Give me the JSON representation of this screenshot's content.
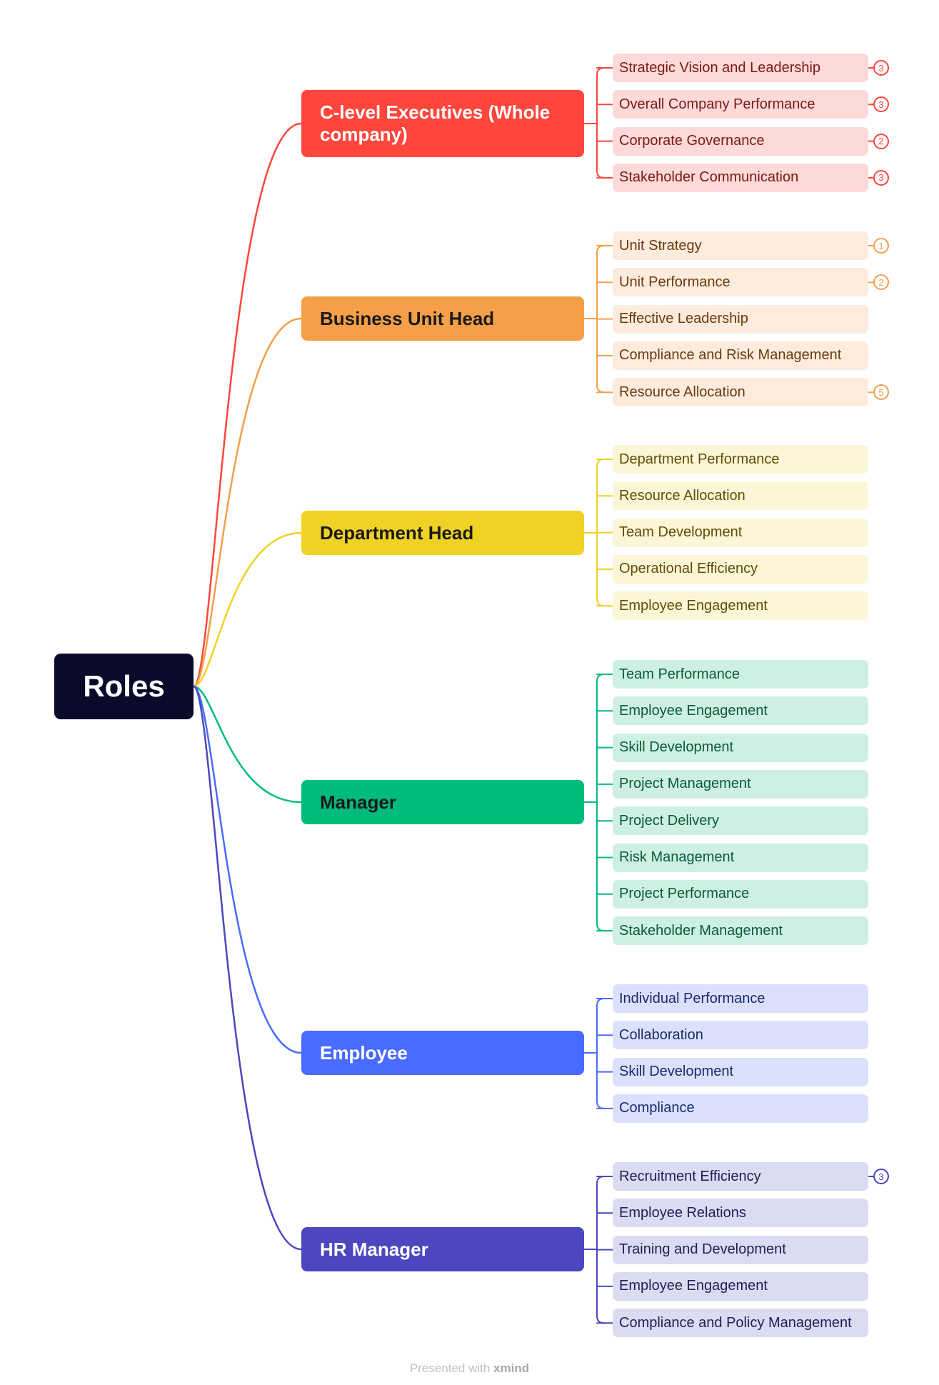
{
  "root": {
    "label": "Roles"
  },
  "footer": {
    "prefix": "Presented with",
    "brand": "xmind"
  },
  "branches": [
    {
      "label": "C-level Executives (Whole company)",
      "color": "#ff463c",
      "text_color": "#ffffff",
      "leaf_bg": "#fdd9d8",
      "leaf_text": "#7a1a14",
      "children": [
        {
          "label": "Strategic Vision and Leadership",
          "badge": "3"
        },
        {
          "label": "Overall Company Performance",
          "badge": "3"
        },
        {
          "label": "Corporate Governance",
          "badge": "2"
        },
        {
          "label": "Stakeholder Communication",
          "badge": "3"
        }
      ]
    },
    {
      "label": "Business Unit Head",
      "color": "#f59f48",
      "text_color": "#1a1a1a",
      "leaf_bg": "#fdebdd",
      "leaf_text": "#6a3b0e",
      "children": [
        {
          "label": "Unit Strategy",
          "badge": "1"
        },
        {
          "label": "Unit Performance",
          "badge": "2"
        },
        {
          "label": "Effective Leadership",
          "badge": ""
        },
        {
          "label": "Compliance and Risk Management",
          "badge": ""
        },
        {
          "label": "Resource Allocation",
          "badge": "5"
        }
      ]
    },
    {
      "label": "Department Head",
      "color": "#efd223",
      "text_color": "#1a1a1a",
      "leaf_bg": "#fcf5d6",
      "leaf_text": "#5e4f08",
      "children": [
        {
          "label": "Department Performance",
          "badge": ""
        },
        {
          "label": "Resource Allocation",
          "badge": ""
        },
        {
          "label": "Team Development",
          "badge": ""
        },
        {
          "label": "Operational Efficiency",
          "badge": ""
        },
        {
          "label": "Employee Engagement",
          "badge": ""
        }
      ]
    },
    {
      "label": "Manager",
      "color": "#00bc7a",
      "text_color": "#1a1a1a",
      "leaf_bg": "#cdf0e3",
      "leaf_text": "#0c5a3c",
      "children": [
        {
          "label": "Team Performance",
          "badge": ""
        },
        {
          "label": "Employee Engagement",
          "badge": ""
        },
        {
          "label": "Skill Development",
          "badge": ""
        },
        {
          "label": "Project Management",
          "badge": ""
        },
        {
          "label": "Project Delivery",
          "badge": ""
        },
        {
          "label": "Risk Management",
          "badge": ""
        },
        {
          "label": "Project Performance",
          "badge": ""
        },
        {
          "label": "Stakeholder Management",
          "badge": ""
        }
      ]
    },
    {
      "label": "Employee",
      "color": "#4a6bff",
      "text_color": "#ffffff",
      "leaf_bg": "#dbe1fd",
      "leaf_text": "#1c2a6b",
      "children": [
        {
          "label": "Individual Performance",
          "badge": ""
        },
        {
          "label": "Collaboration",
          "badge": ""
        },
        {
          "label": "Skill Development",
          "badge": ""
        },
        {
          "label": "Compliance",
          "badge": ""
        }
      ]
    },
    {
      "label": "HR Manager",
      "color": "#4c47bf",
      "text_color": "#ffffff",
      "leaf_bg": "#dbdbf1",
      "leaf_text": "#22205a",
      "children": [
        {
          "label": "Recruitment Efficiency",
          "badge": "3"
        },
        {
          "label": "Employee Relations",
          "badge": ""
        },
        {
          "label": "Training and Development",
          "badge": ""
        },
        {
          "label": "Employee Engagement",
          "badge": ""
        },
        {
          "label": "Compliance and Policy Management",
          "badge": ""
        }
      ]
    }
  ]
}
